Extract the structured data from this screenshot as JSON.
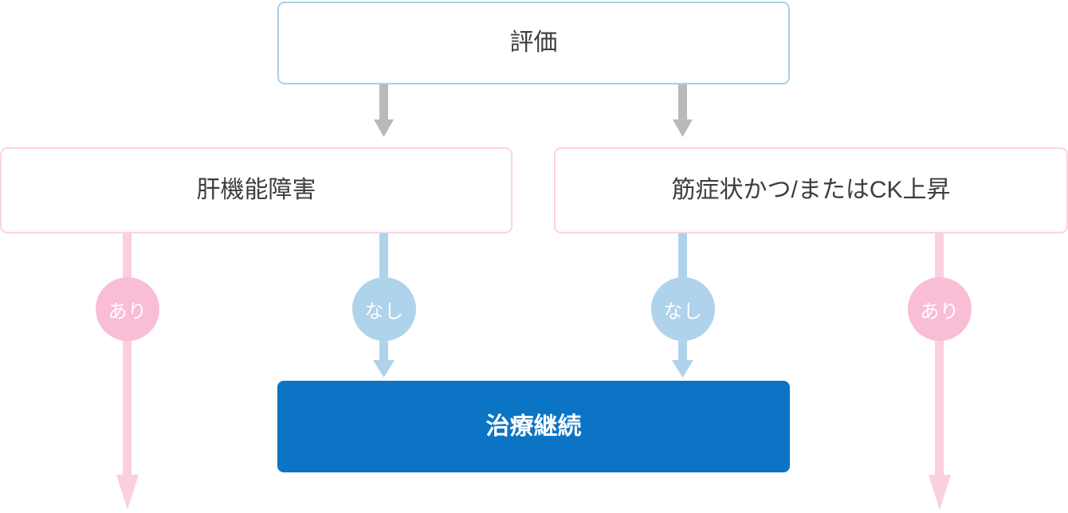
{
  "diagram": {
    "title": "",
    "colors": {
      "blue_outline": "#a8d1ea",
      "pink_outline": "#fbd3e2",
      "blue_fill": "#0b74c4",
      "pink_bubble": "#f9bdd6",
      "blue_bubble": "#aed3ea",
      "pink_edge": "#fbcfe0",
      "blue_edge": "#aed3ea",
      "gray_edge": "#b9b9b9",
      "text_dark": "#3d3d3d",
      "text_light": "#ffffff"
    },
    "nodes": {
      "evaluation": {
        "label": "評価"
      },
      "hepatic": {
        "label": "肝機能障害"
      },
      "muscle": {
        "label": "筋症状かつ/またはCK上昇"
      },
      "continue_treatment": {
        "label": "治療継続"
      }
    },
    "edge_labels": {
      "hepatic_yes": "あり",
      "hepatic_no": "なし",
      "muscle_no": "なし",
      "muscle_yes": "あり"
    }
  }
}
